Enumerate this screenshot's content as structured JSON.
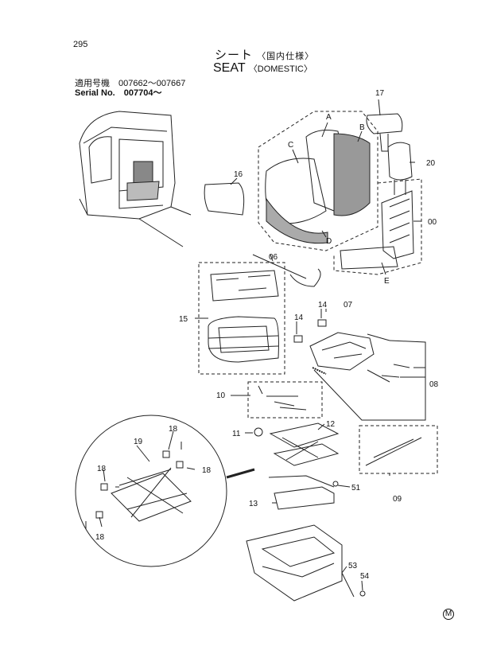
{
  "page_number": "295",
  "title": {
    "ja": "シート",
    "ja_suffix": "〈国内仕様〉",
    "en": "SEAT",
    "en_suffix": "〈DOMESTIC〉"
  },
  "serial": {
    "ja": "適用号機　007662～007667",
    "en": "Serial No.　007704～"
  },
  "callouts": {
    "c17": "17",
    "cA": "A",
    "cB": "B",
    "cC": "C",
    "c20": "20",
    "c16": "16",
    "c00": "00",
    "cD": "D",
    "cE": "E",
    "c06": "06",
    "c15": "15",
    "c14a": "14",
    "c14b": "14",
    "c07": "07",
    "c08": "08",
    "c10": "10",
    "c11": "11",
    "c12": "12",
    "c19": "19",
    "c18a": "18",
    "c18b": "18",
    "c18c": "18",
    "c18d": "18",
    "c51": "51",
    "c13": "13",
    "c09": "09",
    "c53": "53",
    "c54": "54"
  },
  "marker": "M"
}
